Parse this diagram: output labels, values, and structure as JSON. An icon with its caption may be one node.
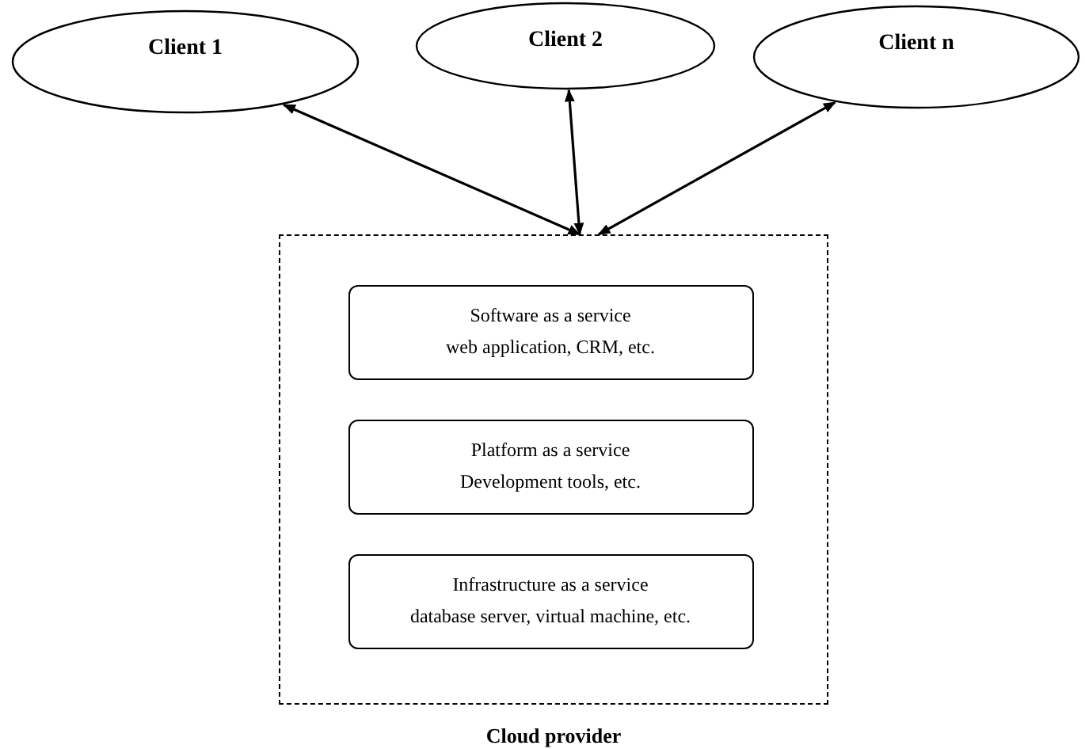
{
  "diagram": {
    "nodes": [
      {
        "text": [
          "Client 1"
        ]
      },
      {
        "text": [
          "Client 2"
        ]
      },
      {
        "text": [
          "Client n"
        ]
      },
      {
        "text": [
          "Cloud provider"
        ]
      },
      {
        "text": [
          "Software as a service",
          "web application, CRM, etc."
        ],
        "in": 3
      },
      {
        "text": [
          "Platform as a service",
          "Development tools, etc."
        ],
        "in": 3
      },
      {
        "text": [
          "Infrastructure as a service",
          "database server, virtual machine, etc."
        ],
        "in": 3
      }
    ],
    "edges": [
      {
        "from": 0,
        "to": 3,
        "arrow": "both"
      },
      {
        "from": 1,
        "to": 3,
        "arrow": "both"
      },
      {
        "from": 2,
        "to": 3,
        "arrow": "both"
      }
    ]
  }
}
